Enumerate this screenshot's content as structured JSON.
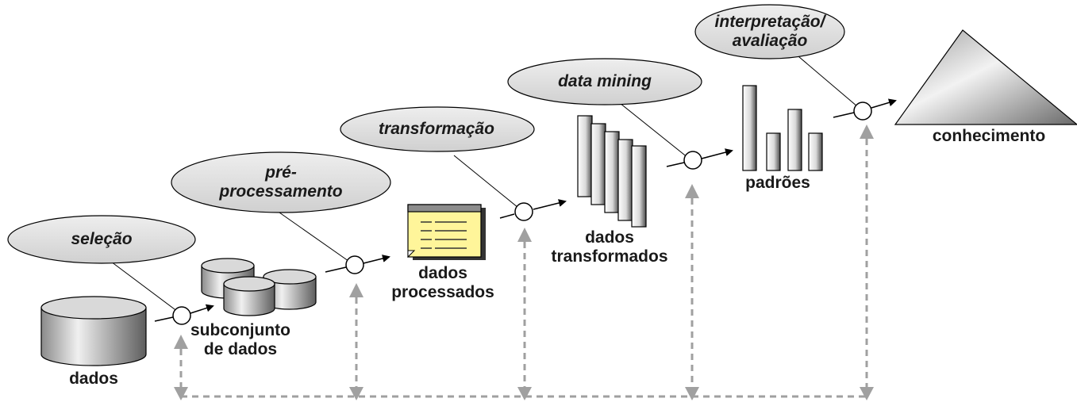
{
  "stages": {
    "dados": "dados",
    "subconjunto_line1": "subconjunto",
    "subconjunto_line2": "de dados",
    "processados_line1": "dados",
    "processados_line2": "processados",
    "transformados_line1": "dados",
    "transformados_line2": "transformados",
    "padroes": "padrões",
    "conhecimento": "conhecimento"
  },
  "steps": {
    "selecao": "seleção",
    "pre_line1": "pré-",
    "pre_line2": "processamento",
    "transformacao": "transformação",
    "data_mining": "data mining",
    "interp_line1": "interpretação/",
    "interp_line2": "avaliação"
  },
  "colors": {
    "feedback_arrow": "#a0a0a0",
    "note_paper": "#fff59a",
    "shape_dark": "#6e6e6e",
    "shape_light": "#f2f2f2"
  }
}
